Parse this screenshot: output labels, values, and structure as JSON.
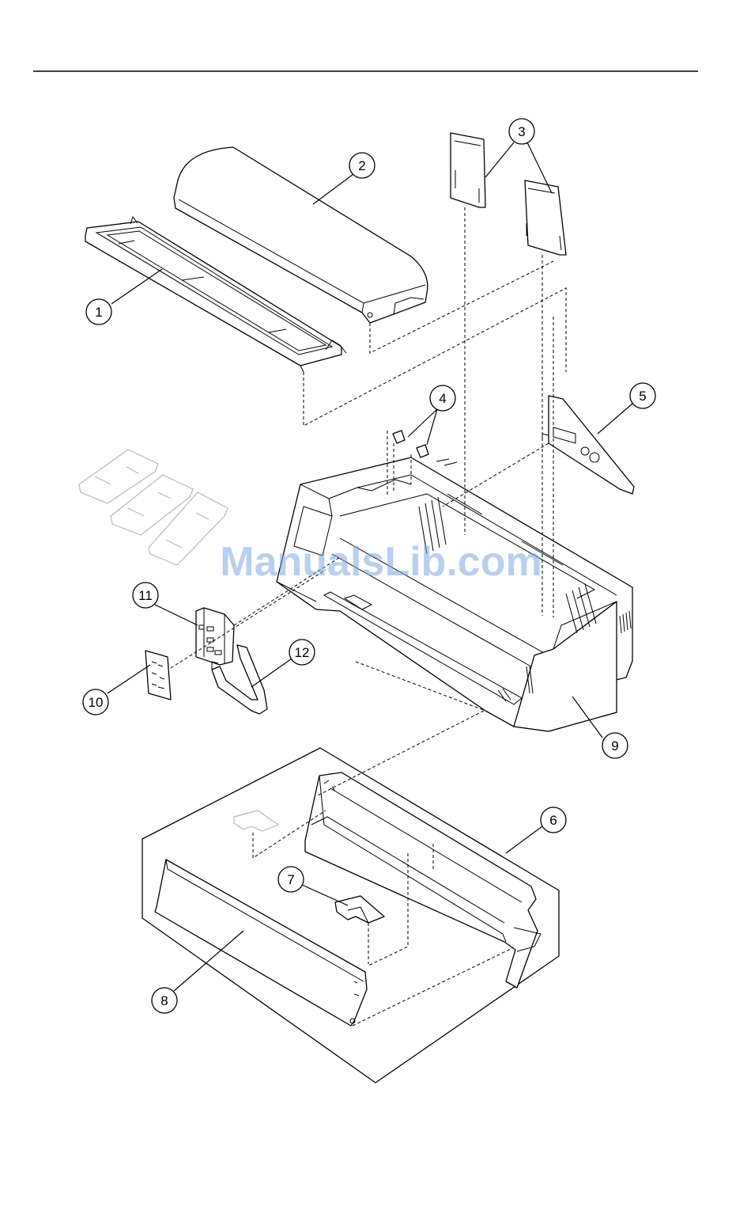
{
  "watermark": {
    "text": "ManualsLib.com",
    "color": "#7fa8e0"
  },
  "diagram": {
    "colors": {
      "line": "#000000",
      "ghost": "#b8b8b8",
      "background": "#ffffff"
    },
    "callouts": {
      "c1": "1",
      "c2": "2",
      "c3": "3",
      "c4": "4",
      "c5": "5",
      "c6": "6",
      "c7": "7",
      "c8": "8",
      "c9": "9",
      "c10": "10",
      "c11": "11",
      "c12": "12"
    }
  }
}
